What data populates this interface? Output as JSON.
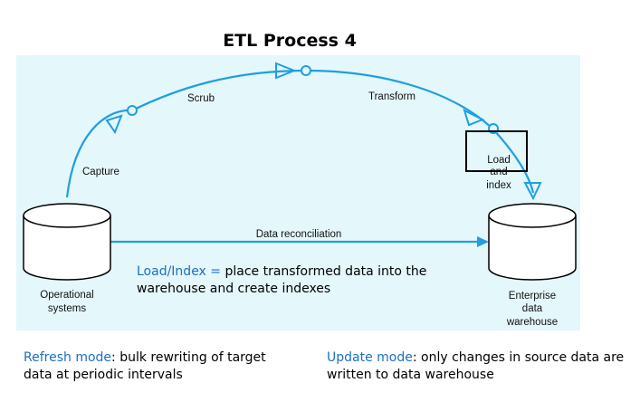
{
  "title": "ETL Process 4",
  "colors": {
    "panel": "#e4f7fb",
    "flow": "#1f9fe0",
    "highlight": "#1b6fc2"
  },
  "diagram": {
    "steps": {
      "capture": "Capture",
      "scrub": "Scrub",
      "transform": "Transform",
      "load_line1": "Load",
      "load_line2": "and",
      "load_line3": "index"
    },
    "reconciliation": "Data reconciliation",
    "source": {
      "line1": "Operational",
      "line2": "systems"
    },
    "target": {
      "line1": "Enterprise",
      "line2": "data",
      "line3": "warehouse"
    }
  },
  "notes": {
    "load_index": {
      "term": "Load/Index =",
      "text": " place transformed data into the",
      "line2": "warehouse and create indexes"
    },
    "refresh": {
      "term": "Refresh mode",
      "text": ": bulk rewriting of target",
      "line2": "data at periodic intervals"
    },
    "update": {
      "term": "Update mode",
      "text": ": only changes in source data are",
      "line2": "written to data warehouse"
    }
  }
}
